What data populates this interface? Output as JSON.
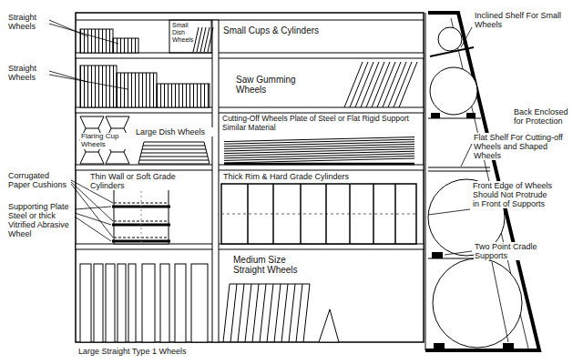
{
  "diagram": {
    "labels": [
      "Straight Wheels",
      "Small Dish Wheels",
      "Small Cups & Cylinders",
      "Straight Wheels",
      "Saw Gumming Wheels",
      "Flaring Cup Wheels",
      "Large Dish Wheels",
      "Cutting-Off Wheels Plate of Steel or Flat Rigid Support Similar Material",
      "Corrugated Paper Cushions",
      "Thin Wall or Soft Grade Cylinders",
      "Thick Rim & Hard Grade Cylinders",
      "Supporting Plate Steel or thick Vitrified Abrasive Wheel",
      "Medium Size Straight Wheels",
      "Large Straight Type 1 Wheels",
      "Inclined Shelf For Small Wheels",
      "Flat Shelf For Cutting-off Wheels and Shaped Wheels",
      "Back Enclosed for Protection",
      "Front Edge of Wheels Should Not Protrude in Front of Supports",
      "Two Point Cradle Supports"
    ]
  }
}
